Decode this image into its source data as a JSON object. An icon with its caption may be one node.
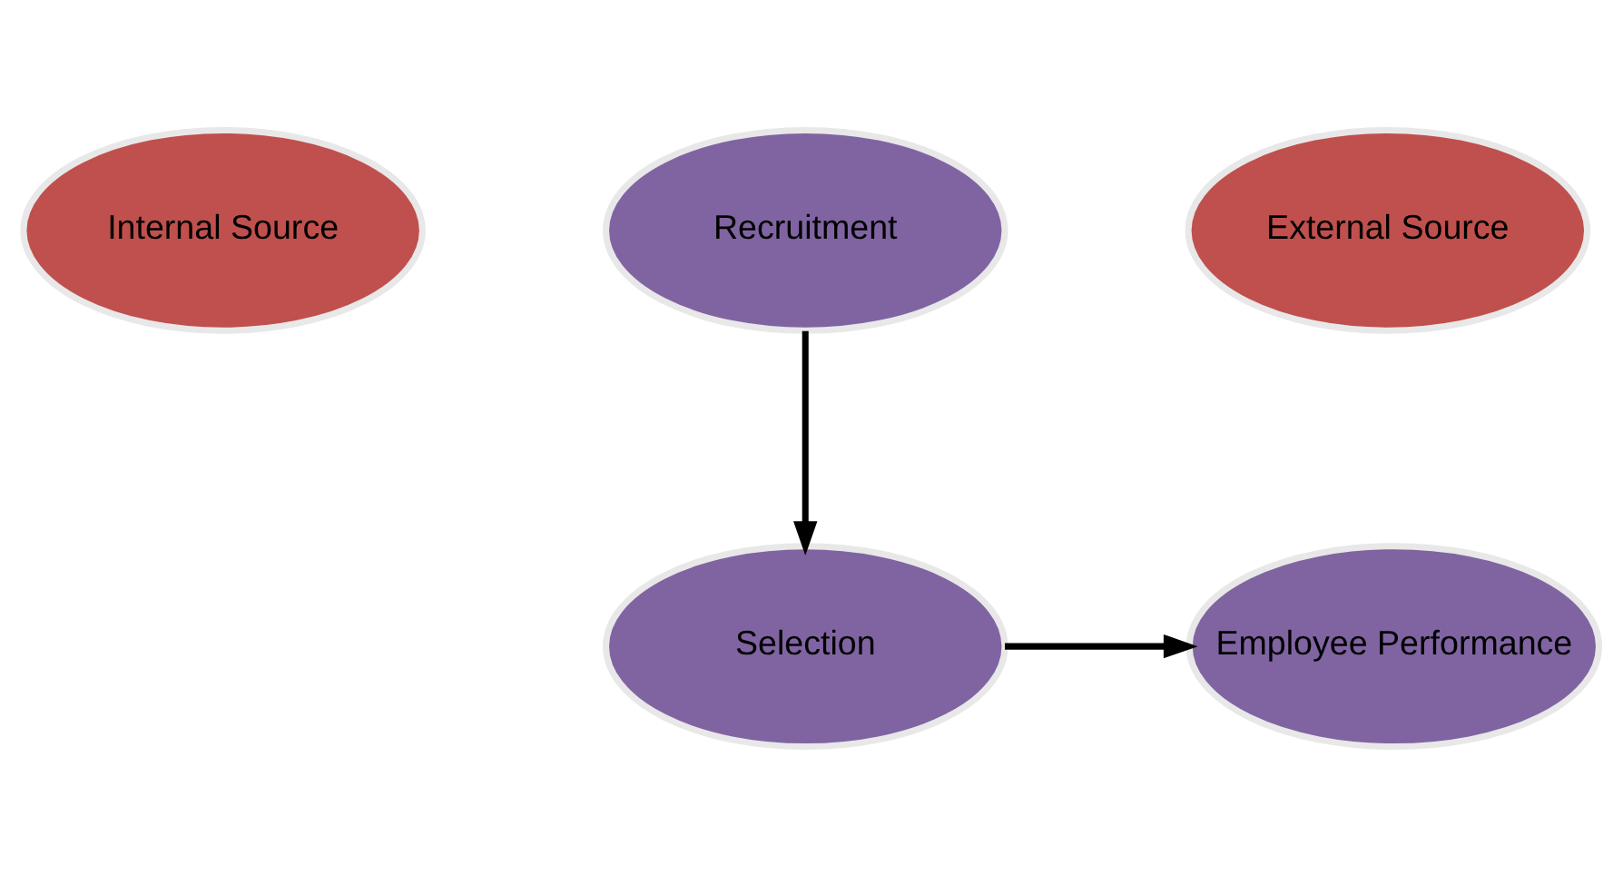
{
  "diagram": {
    "nodes": [
      {
        "text": [
          "Internal Source"
        ]
      },
      {
        "text": [
          "Recruitment"
        ]
      },
      {
        "text": [
          "External Source"
        ]
      },
      {
        "text": [
          "Selection"
        ]
      },
      {
        "text": [
          "Employee Performance"
        ]
      }
    ],
    "edges": [
      {
        "from": 1,
        "to": 3,
        "arrow": "to"
      },
      {
        "from": 3,
        "to": 4,
        "arrow": "to"
      }
    ]
  }
}
